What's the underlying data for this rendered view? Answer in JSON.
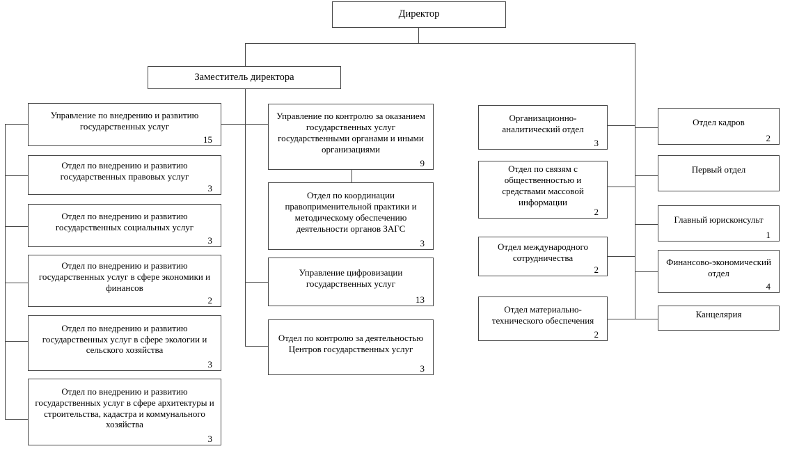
{
  "director": {
    "label": "Директор"
  },
  "deputy_director": {
    "label": "Заместитель директора"
  },
  "left_column": [
    {
      "label": "Управление по внедрению и развитию государственных услуг",
      "count": "15"
    },
    {
      "label": "Отдел по внедрению и развитию государственных правовых услуг",
      "count": "3"
    },
    {
      "label": "Отдел по внедрению и развитию государственных социальных услуг",
      "count": "3"
    },
    {
      "label": "Отдел по внедрению и развитию государственных услуг в сфере экономики и финансов",
      "count": "2"
    },
    {
      "label": "Отдел по внедрению и развитию государственных услуг в сфере экологии и сельского хозяйства",
      "count": "3"
    },
    {
      "label": "Отдел по внедрению и развитию государственных услуг в сфере архитектуры и строительства, кадастра и коммунального хозяйства",
      "count": "3"
    }
  ],
  "middle_column": [
    {
      "label": "Управление по контролю за оказанием государственных услуг государственными органами и иными организациями",
      "count": "9"
    },
    {
      "label": "Отдел по координации правоприменительной практики и методическому обеспечению деятельности органов ЗАГС",
      "count": "3"
    },
    {
      "label": "Управление цифровизации государственных услуг",
      "count": "13"
    },
    {
      "label": "Отдел по контролю за деятельностью Центров государственных услуг",
      "count": "3"
    }
  ],
  "right_column": [
    {
      "label": "Организационно-аналитический отдел",
      "count": "3"
    },
    {
      "label": "Отдел по связям с общественностью и средствами массовой информации",
      "count": "2"
    },
    {
      "label": "Отдел международного сотрудничества",
      "count": "2"
    },
    {
      "label": "Отдел материально-технического обеспечения",
      "count": "2"
    }
  ],
  "far_right_column": [
    {
      "label": "Отдел кадров",
      "count": "2"
    },
    {
      "label": "Первый отдел",
      "count": ""
    },
    {
      "label": "Главный юрисконсульт",
      "count": "1"
    },
    {
      "label": "Финансово-экономический отдел",
      "count": "4"
    },
    {
      "label": "Канцелярия",
      "count": ""
    }
  ],
  "colors": {
    "line": "#474747",
    "background": "#ffffff",
    "text": "#000000"
  }
}
